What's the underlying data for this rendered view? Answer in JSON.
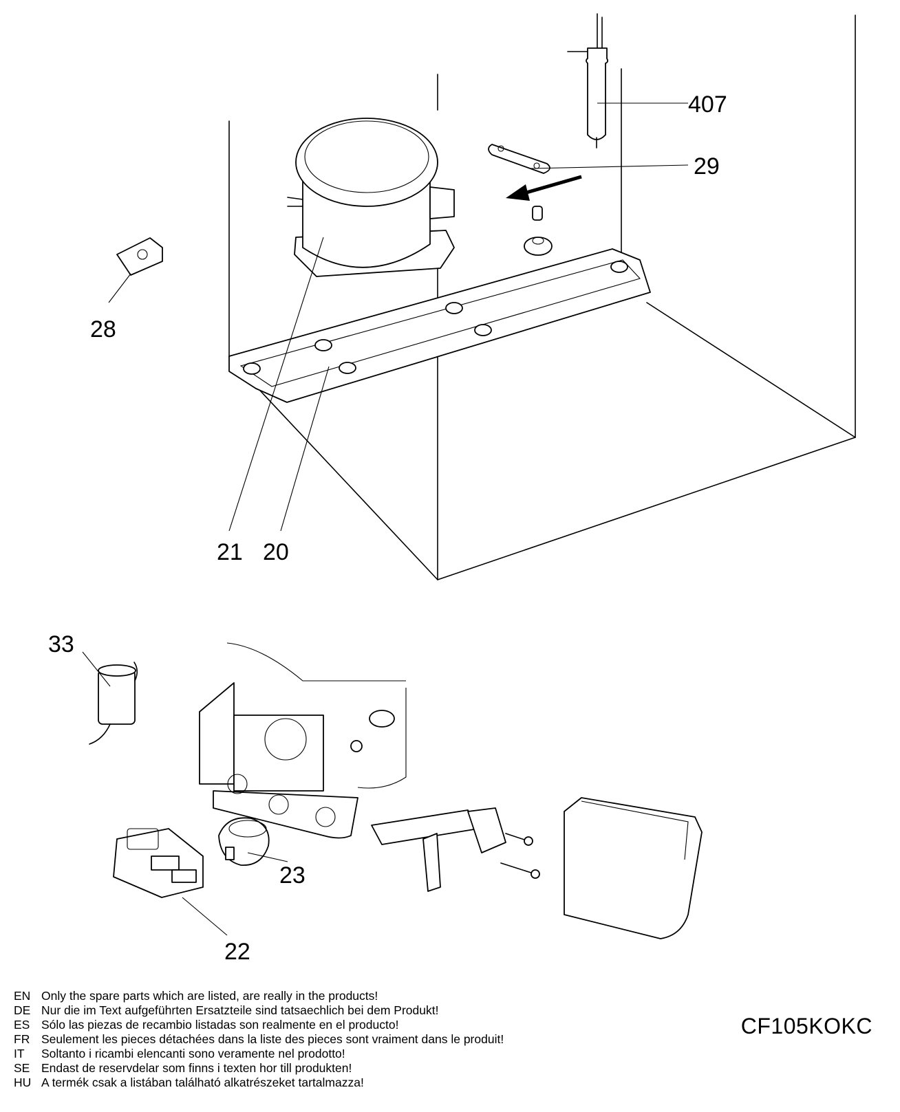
{
  "callouts": {
    "p407": "407",
    "p29": "29",
    "p28": "28",
    "p21": "21",
    "p20": "20",
    "p33": "33",
    "p23": "23",
    "p22": "22"
  },
  "notes": [
    {
      "lang": "EN",
      "text": "Only the spare parts which are listed, are really in the products!"
    },
    {
      "lang": "DE",
      "text": "Nur die im Text aufgeführten Ersatzteile sind tatsaechlich bei dem Produkt!"
    },
    {
      "lang": "ES",
      "text": "Sólo las piezas de recambio  listadas son realmente en el producto!"
    },
    {
      "lang": "FR",
      "text": "Seulement les pieces détachées dans la liste des pieces sont vraiment dans le produit!"
    },
    {
      "lang": "IT",
      "text": "Soltanto i ricambi elencanti sono veramente nel prodotto!"
    },
    {
      "lang": "SE",
      "text": "Endast de reservdelar som finns i texten hor till produkten!"
    },
    {
      "lang": "HU",
      "text": "A termék csak a listában található alkatrészeket tartalmazza!"
    }
  ],
  "model_code": "CF105KOKC"
}
